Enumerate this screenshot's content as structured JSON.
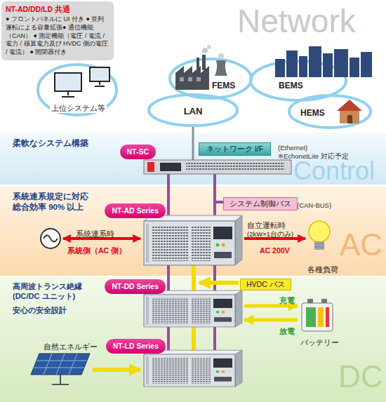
{
  "diagram": {
    "nodes": [
      {
        "text": [
          "NT-AD/DD/LD 共通",
          "● フロントパネルに UI 付き ● 並列運転による容量拡張● 通信機能（CAN） ● 測定機能（電圧 / 電流 / 電力 / 積算電力及び HVDC 側の電圧 / 電流） ● 開閉器付き"
        ]
      },
      {
        "text": [
          "FEMS"
        ]
      },
      {
        "text": [
          "BEMS"
        ]
      },
      {
        "text": [
          "上位システム等"
        ]
      },
      {
        "text": [
          "HEMS"
        ]
      },
      {
        "text": [
          "LAN"
        ]
      },
      {
        "text": [
          "柔軟なシステム構築"
        ]
      },
      {
        "text": [
          "NT-SC"
        ],
        "in": 6
      },
      {
        "text": [
          "ネットワーク I/F"
        ],
        "in": 6
      },
      {
        "text": [
          "系統連系規定に対応 総合効率 90% 以上"
        ]
      },
      {
        "text": [
          "システム制御バス"
        ],
        "in": 9
      },
      {
        "text": [
          "NT-AD Series"
        ],
        "in": 9
      },
      {
        "text": [
          "高周波トランス絶縁 (DC/DC ユニット)",
          "安心の安全設計"
        ]
      },
      {
        "text": [
          "HVDC バス"
        ],
        "in": 12
      },
      {
        "text": [
          "NT-DD Series"
        ],
        "in": 12
      },
      {
        "text": [
          "NT-LD Series"
        ],
        "in": 12
      }
    ],
    "labels": [
      "Network",
      "(Ethernet)",
      "※EchonetLite 対応予定",
      "Control",
      "(CAN-BUS)",
      "系統連系時",
      "系統側（AC 側）",
      "自立運転時",
      "(2kW×1台のみ)",
      "AC 200V",
      "各種負荷",
      "AC",
      "充電",
      "放電",
      "バッテリー",
      "自然エネルギー",
      "DC"
    ]
  }
}
